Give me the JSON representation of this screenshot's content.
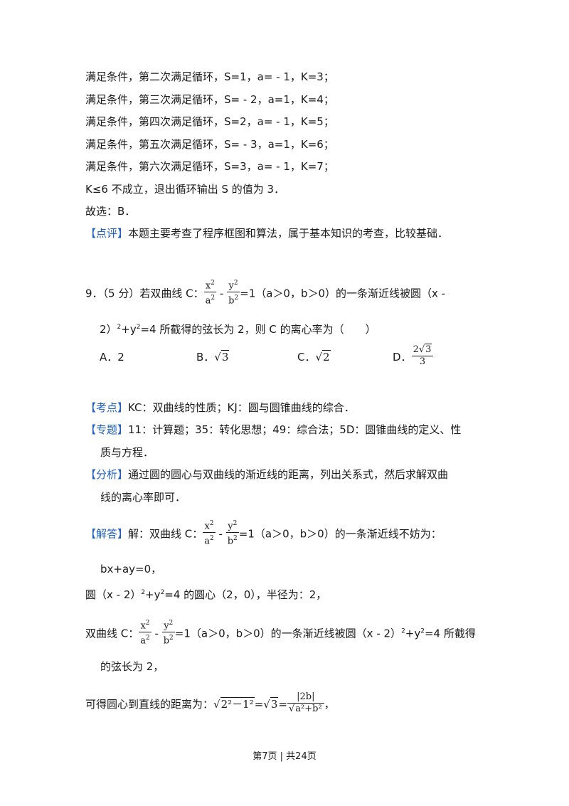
{
  "lines": {
    "l1": "满足条件，第二次满足循环，S=1，a= - 1，K=3；",
    "l2": "满足条件，第三次满足循环，S= - 2，a=1，K=4；",
    "l3": "满足条件，第四次满足循环，S=2，a= - 1，K=5；",
    "l4": "满足条件，第五次满足循环，S= - 3，a=1，K=6；",
    "l5": "满足条件，第六次满足循环，S=3，a= - 1，K=7；",
    "l6": "K≤6 不成立，退出循环输出 S 的值为 3．",
    "l7": "故选：B．",
    "review_tag": "【点评】",
    "review_text": "本题主要考查了程序框图和算法，属于基本知识的考查，比较基础．"
  },
  "q9": {
    "prefix": "9．（5 分）若双曲线 C：",
    "minus": " - ",
    "eq_tail": "=1（a＞0，b＞0）的一条渐近线被圆（x -",
    "line2_a": "2）",
    "sup2": "2",
    "line2_b": "+y",
    "line2_c": "=4 所截得的弦长为 2，则 C 的离心率为（　　）",
    "frac_x_num": "x",
    "frac_x_den": "a",
    "frac_y_num": "y",
    "frac_y_den": "b",
    "choiceA": "A．2",
    "choiceB": "B．",
    "choiceC": "C．",
    "choiceD": "D．",
    "sqrt3": "3",
    "sqrt2": "2",
    "d_num_coef": "2",
    "d_den": "3"
  },
  "analysis": {
    "kaodian_tag": "【考点】",
    "kaodian": "KC：双曲线的性质；KJ：圆与圆锥曲线的综合．",
    "zhuanti_tag": "【专题】",
    "zhuanti_1": "11：计算题；35：转化思想；49：综合法；5D：圆锥曲线的定义、性",
    "zhuanti_2": "质与方程．",
    "fenxi_tag": "【分析】",
    "fenxi_1": "通过圆的圆心与双曲线的渐近线的距离，列出关系式，然后求解双曲",
    "fenxi_2": "线的离心率即可．"
  },
  "solution": {
    "jieda_tag": "【解答】",
    "s1_a": "解：双曲线 C：",
    "s1_b": "=1（a＞0，b＞0）的一条渐近线不妨为：",
    "s2": "bx+ay=0，",
    "s3_a": "圆（x - 2）",
    "s3_b": "+y",
    "s3_c": "=4 的圆心（2，0），半径为：2，",
    "s4_a": "双曲线 C：",
    "s4_b": "=1（a＞0，b＞0）的一条渐近线被圆（x - 2）",
    "s4_c": "+y",
    "s4_d": "=4 所截得",
    "s5": "的弦长为 2，",
    "s6_a": "可得圆心到直线的距离为：",
    "s6_rad": "2²－1²",
    "s6_eq": "=",
    "s6_sqrt3": "3",
    "s6_eq2": "=",
    "s6_num": "|2b|",
    "s6_den": "a²+b²",
    "s6_end": "，"
  },
  "footer": "第7页 | 共24页"
}
